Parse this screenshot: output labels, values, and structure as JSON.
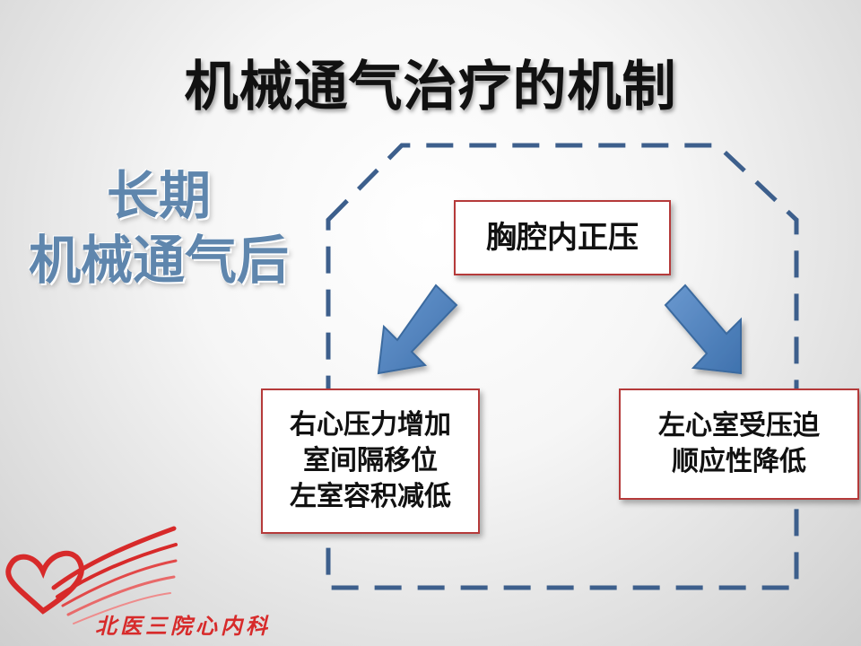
{
  "title": "机械通气治疗的机制",
  "side_label": {
    "line1": "长期",
    "line2": "机械通气后"
  },
  "boxes": {
    "top": "胸腔内正压",
    "left": [
      "右心压力增加",
      "室间隔移位",
      "左室容积减低"
    ],
    "right": [
      "左心室受压迫",
      "顺应性降低"
    ]
  },
  "logo": {
    "text": "北医三院心内科"
  },
  "colors": {
    "arrow_fill": "#4f81bd",
    "arrow_stroke": "#3b6a9f",
    "frame_dash": "#3d5f8c",
    "box_border": "#b53a3a",
    "side_label": "#5f86ad",
    "logo_red": "#d72a2a"
  }
}
